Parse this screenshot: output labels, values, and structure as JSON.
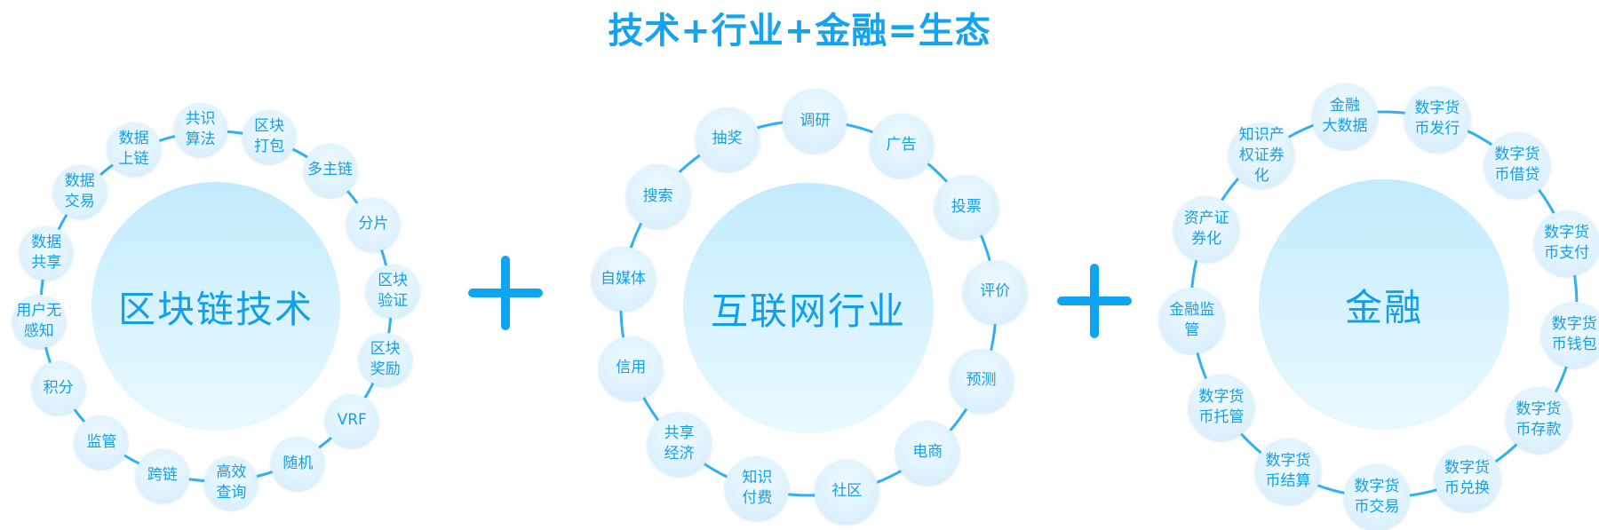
{
  "title": "技术+行业+金融=生态",
  "clusters": [
    {
      "center": "区块链技术",
      "nodes": [
        "共识\n算法",
        "区块\n打包",
        "多主链",
        "分片",
        "区块\n验证",
        "区块\n奖励",
        "VRF",
        "随机",
        "高效\n查询",
        "跨链",
        "监管",
        "积分",
        "用户无\n感知",
        "数据\n共享",
        "数据\n交易",
        "数据\n上链"
      ]
    },
    {
      "center": "互联网行业",
      "nodes": [
        "调研",
        "广告",
        "投票",
        "评价",
        "预测",
        "电商",
        "社区",
        "知识\n付费",
        "共享\n经济",
        "信用",
        "自媒体",
        "搜索",
        "抽奖"
      ]
    },
    {
      "center": "金融",
      "nodes": [
        "数字货\n币发行",
        "数字货\n币借贷",
        "数字货\n币支付",
        "数字货\n币钱包",
        "数字货\n币存款",
        "数字货\n币兑换",
        "数字货\n币交易",
        "数字货\n币结算",
        "数字货\n币托管",
        "金融监\n管",
        "资产证\n券化",
        "知识产\n权证券\n化",
        "金融\n大数据"
      ]
    }
  ],
  "plus_signs": [
    "plus",
    "plus"
  ],
  "colors": {
    "accent": "#14a3ee",
    "node_bg": "#dcf1fd",
    "center_bg": "#cdeefd",
    "connector": "#2fb0f2"
  }
}
